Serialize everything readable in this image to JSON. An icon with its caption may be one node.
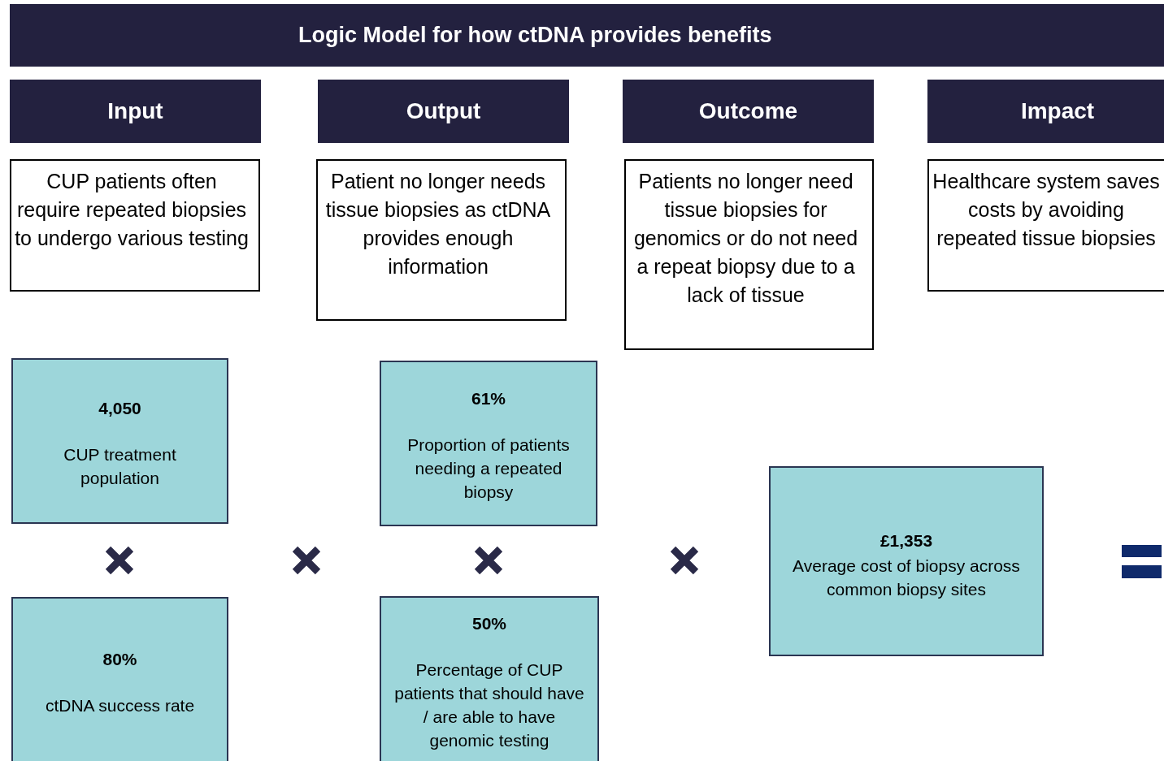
{
  "diagram": {
    "title": "Logic Model for how ctDNA provides benefits",
    "nodes": [
      {
        "text": [
          "Input"
        ]
      },
      {
        "text": [
          "Output"
        ]
      },
      {
        "text": [
          "Outcome"
        ]
      },
      {
        "text": [
          "Impact"
        ]
      },
      {
        "text": [
          "CUP patients often require repeated biopsies to undergo various testing"
        ]
      },
      {
        "text": [
          "Patient no longer needs tissue biopsies as ctDNA provides enough information"
        ]
      },
      {
        "text": [
          "Patients no longer need tissue biopsies for genomics or do not need a repeat biopsy due to a lack of tissue"
        ]
      },
      {
        "text": [
          "Healthcare system saves costs by avoiding repeated tissue biopsies"
        ]
      },
      {
        "text": [
          "4,050",
          "CUP treatment population"
        ]
      },
      {
        "text": [
          "61%",
          "Proportion of patients needing a repeated biopsy"
        ]
      },
      {
        "text": [
          "£1,353",
          "Average cost of biopsy across common biopsy sites"
        ]
      },
      {
        "text": [
          "80%",
          "ctDNA success rate"
        ]
      },
      {
        "text": [
          "50%",
          "Percentage of CUP patients that should have / are able to have genomic testing"
        ]
      }
    ]
  }
}
